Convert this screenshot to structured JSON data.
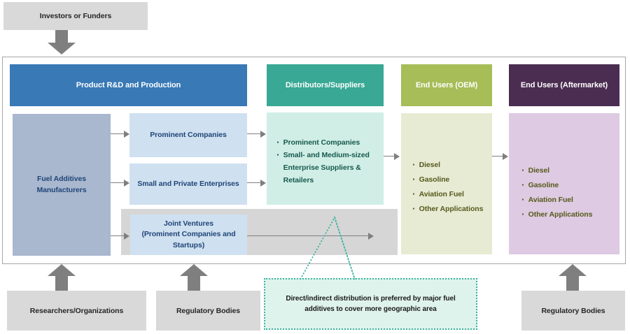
{
  "bullet_char": "▪",
  "colors": {
    "header_rnd": "#3879B6",
    "header_dist": "#39A894",
    "header_oem": "#A6BD58",
    "header_aftermarket": "#4B2D52",
    "manufacturers_bg": "#A9B7CF",
    "subbox_bg": "#CFE0F0",
    "jv_band_bg": "#D6D6D6",
    "dist_content_bg": "#D0EEE5",
    "oem_content_bg": "#E7EBD3",
    "aftermarket_content_bg": "#DECAE2",
    "gray_box_bg": "#D9D9D9",
    "dark_blue_text": "#1F4577",
    "dist_text": "#17594E",
    "enduser_text": "#565A1D",
    "callout_bg": "#DFF3ED",
    "callout_border": "#3FB39E",
    "arrow_gray": "#7F7F7F",
    "frame_border": "#A6A6A6"
  },
  "external": {
    "investors": "Investors or Funders",
    "researchers": "Researchers/Organizations",
    "regulatory_left": "Regulatory Bodies",
    "regulatory_right": "Regulatory Bodies"
  },
  "chain": {
    "headers": {
      "rnd": "Product R&D and Production",
      "distributors": "Distributors/Suppliers",
      "oem": "End Users (OEM)",
      "aftermarket": "End Users (Aftermarket)"
    },
    "manufacturers": "Fuel Additives Manufacturers",
    "prominent": "Prominent Companies",
    "small_private": "Small and Private Enterprises",
    "joint_ventures": {
      "line1": "Joint Ventures",
      "line2": "(Prominent Companies and Startups)"
    },
    "distributors_items": [
      "Prominent Companies",
      "Small- and Medium-sized Enterprise Suppliers & Retailers"
    ],
    "oem_items": [
      "Diesel",
      "Gasoline",
      "Aviation Fuel",
      "Other Applications"
    ],
    "aftermarket_items": [
      "Diesel",
      "Gasoline",
      "Aviation Fuel",
      "Other Applications"
    ]
  },
  "callout": {
    "text": "Direct/indirect distribution is preferred by major fuel additives to cover more geographic area"
  }
}
